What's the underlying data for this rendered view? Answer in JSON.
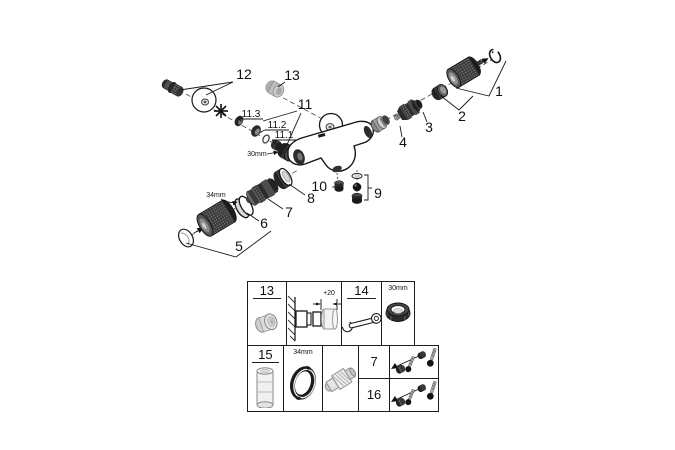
{
  "colors": {
    "background": "#ffffff",
    "line": "#1a1a1a",
    "part_dark": "#2b2b2b",
    "part_mid": "#6e6e6e",
    "part_light": "#d8d8d8",
    "ghost_part": "#b4b4b4"
  },
  "diagram": {
    "labels": {
      "n1": "1",
      "n2": "2",
      "n3": "3",
      "n4": "4",
      "n5": "5",
      "n6": "6",
      "n7": "7",
      "n8": "8",
      "n9": "9",
      "n10": "10",
      "n11": "11",
      "n11_1": "11.1",
      "n11_2": "11.2",
      "n11_3": "11.3",
      "n12": "12",
      "n13": "13",
      "size30": "30mm",
      "size34": "34mm"
    }
  },
  "table": {
    "row1": {
      "c1_label": "13",
      "c2_dim": "+20",
      "c3_label": "14",
      "c4_size": "30mm"
    },
    "row2": {
      "c1_label": "15",
      "c2_size": "34mm",
      "c4_top": "7",
      "c4_bottom": "16"
    }
  },
  "icons": {
    "star-marker-icon": "✳",
    "wrench-icon": "open-end wrench",
    "arrow-icon": "➜"
  }
}
